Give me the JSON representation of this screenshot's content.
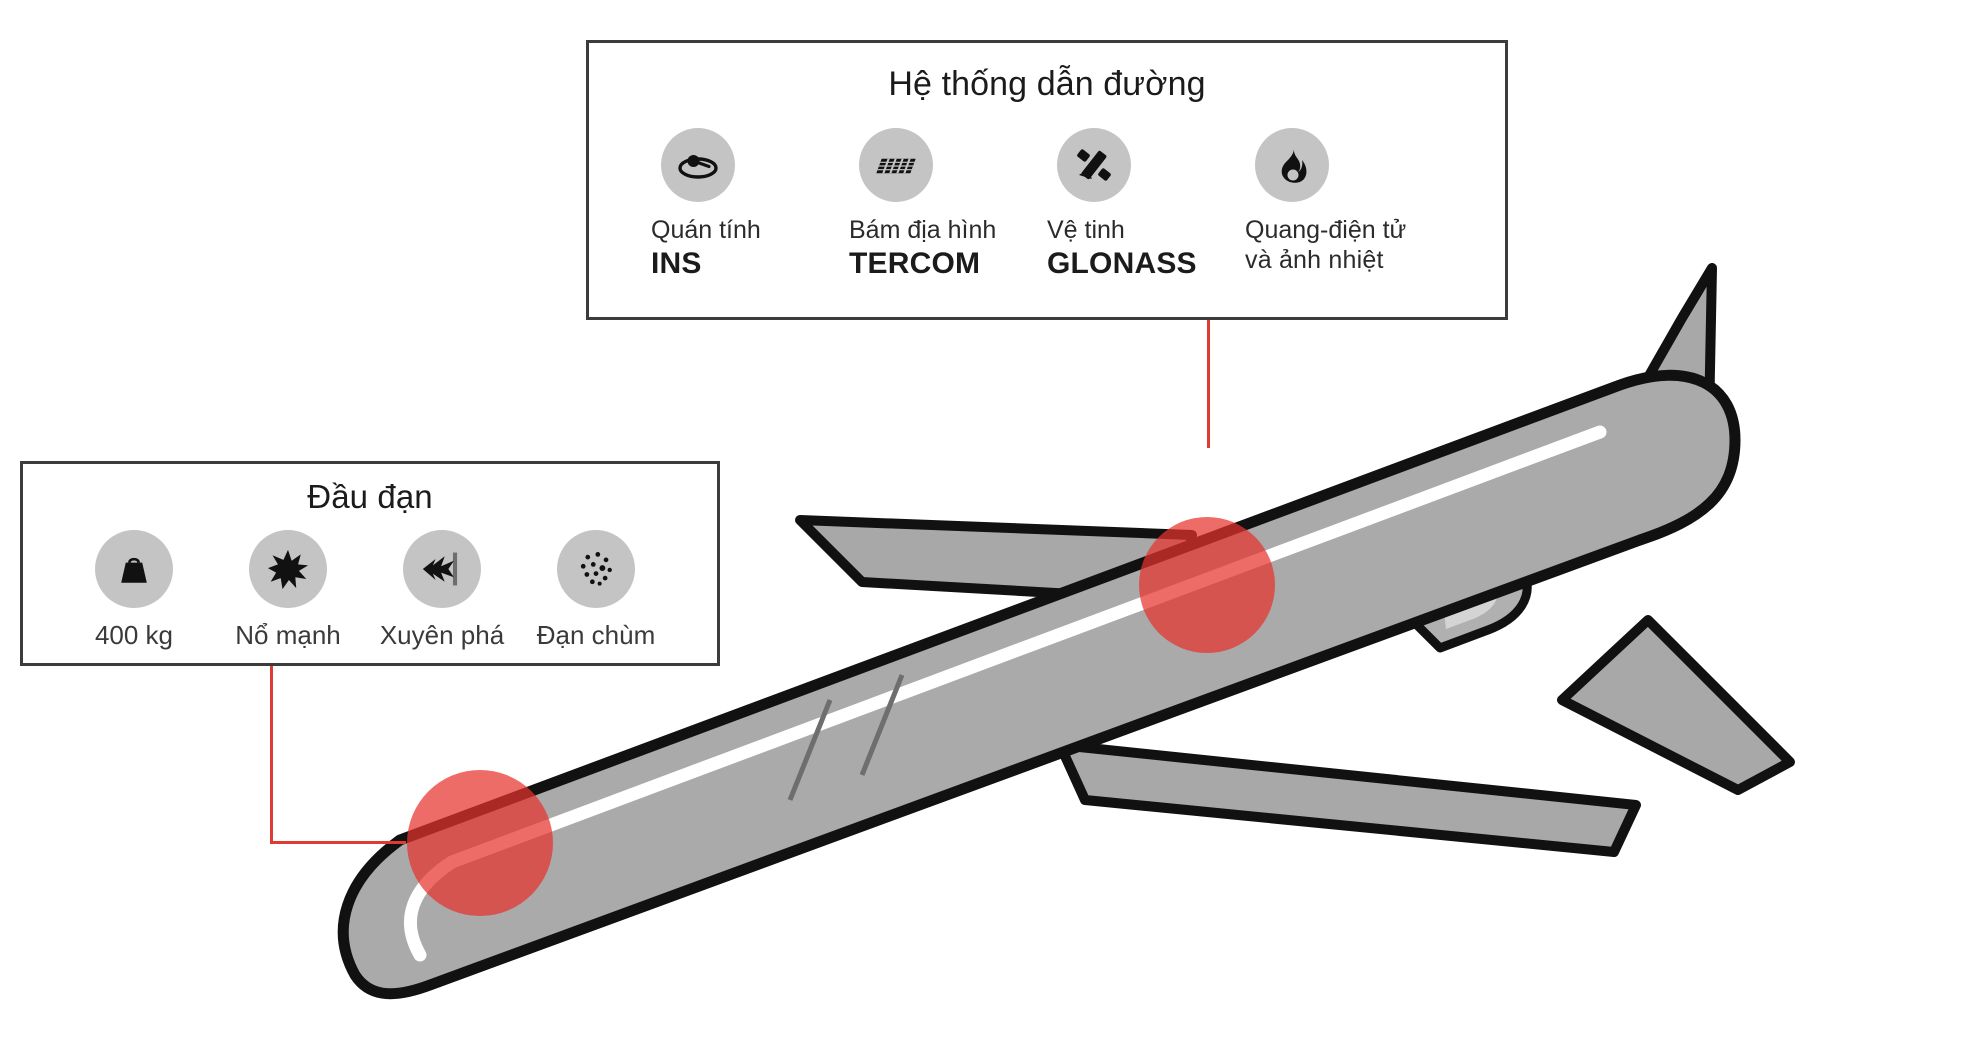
{
  "page": {
    "subject": "Hệ thống dẫn đường",
    "background_color": "#ffffff",
    "accent_color": "#e03a34",
    "icon_disc_color": "#c4c4c4",
    "outline_color": "#3c3c3c",
    "body_color": "#aaaaaa"
  },
  "guidance": {
    "title": "Hệ thống dẫn đường",
    "items": [
      {
        "icon": "gyroscope-icon",
        "line1": "Quán tính",
        "line2": "INS",
        "line2_style": "bold"
      },
      {
        "icon": "terrain-grid-icon",
        "line1": "Bám địa hình",
        "line2": "TERCOM",
        "line2_style": "bold"
      },
      {
        "icon": "satellite-icon",
        "line1": "Vệ tinh",
        "line2": "GLONASS",
        "line2_style": "bold"
      },
      {
        "icon": "flame-icon",
        "line1": "Quang-điện tử",
        "line2": "và ảnh nhiệt",
        "line2_style": "thin"
      }
    ]
  },
  "warhead": {
    "title": "Đầu đạn",
    "items": [
      {
        "icon": "weight-icon",
        "label": "400 kg"
      },
      {
        "icon": "explosion-icon",
        "label": "Nổ mạnh"
      },
      {
        "icon": "penetrator-icon",
        "label": "Xuyên phá"
      },
      {
        "icon": "cluster-munition-icon",
        "label": "Đạn chùm"
      }
    ]
  },
  "markers": [
    {
      "name": "guidance-marker",
      "label": "Hệ thống dẫn đường"
    },
    {
      "name": "warhead-marker",
      "label": "Đầu đạn"
    }
  ]
}
